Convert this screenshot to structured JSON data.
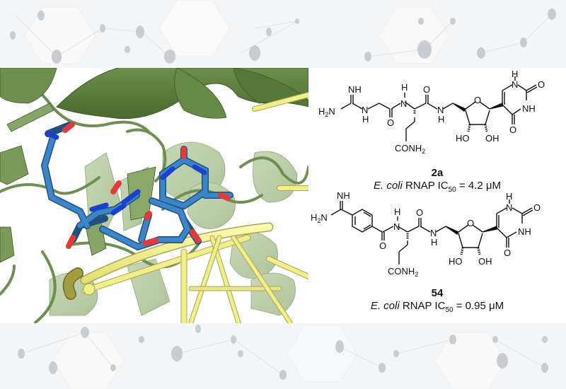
{
  "figure": {
    "left_panel": {
      "description": "Crystal structure of E. coli RNAP with bound inhibitor (stick model) in protein ribbon",
      "colors": {
        "protein_ribbon": "#7a9a5a",
        "protein_dark": "#5d7d40",
        "dna_tube": "#f2ef8a",
        "ligand_carbon": "#3c7fc0",
        "ligand_nitrogen": "#1f3fd0",
        "ligand_oxygen": "#e03a3a"
      }
    },
    "compounds": [
      {
        "id": "2a",
        "groups": {
          "imine": "NH",
          "amine": "H2N",
          "nh1": "N",
          "h1": "H",
          "amide_h": "H",
          "amide_n": "N",
          "carbonyl_o": "O",
          "side_chain": "CONH2",
          "ring_o": "O",
          "oh_left": "HO",
          "oh_right": "OH",
          "pyr_nh_top": "N",
          "pyr_h_top": "H",
          "pyr_nh": "NH",
          "pyr_o": "O"
        },
        "label": "2a",
        "activity_prefix_italic": "E. coli",
        "activity_text": " RNAP IC",
        "activity_sub": "50",
        "activity_value": " = 4.2 μM"
      },
      {
        "id": "54",
        "groups": {
          "imine": "NH",
          "amine": "H2N",
          "side_chain": "CONH2",
          "oh_left": "HO",
          "oh_right": "OH"
        },
        "label": "54",
        "activity_prefix_italic": "E. coli",
        "activity_text": " RNAP IC",
        "activity_sub": "50",
        "activity_value": " = 0.95 μM"
      }
    ]
  }
}
